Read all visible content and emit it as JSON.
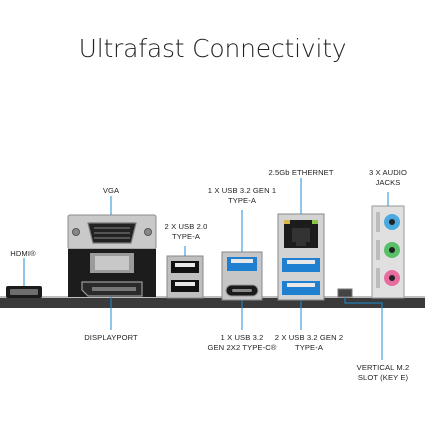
{
  "title": "Ultrafast Connectivity",
  "labels": {
    "hdmi": "HDMI®",
    "vga": "VGA",
    "displayport": "DISPLAYPORT",
    "usb20": [
      "2 X USB 2.0",
      "TYPE-A"
    ],
    "usb32gen1": [
      "1 X USB 3.2 GEN 1",
      "TYPE-A"
    ],
    "usb32gen2x2": [
      "1 X USB 3.2",
      "GEN 2X2 TYPE-C®"
    ],
    "ethernet": "2.5Gb ETHERNET",
    "usb32gen2": [
      "2 X USB 3.2 GEN 2",
      "TYPE-A"
    ],
    "audio": [
      "3 X AUDIO",
      "JACKS"
    ],
    "m2": [
      "VERTICAL M.2",
      "SLOT (KEY E)"
    ]
  },
  "colors": {
    "line": "#1e8fd6",
    "usb3_blue": "#1f7fd1",
    "audio_blue": "#4aa9de",
    "audio_green": "#59c06a",
    "audio_pink": "#e96ca0",
    "board": "#2b2b2b"
  }
}
